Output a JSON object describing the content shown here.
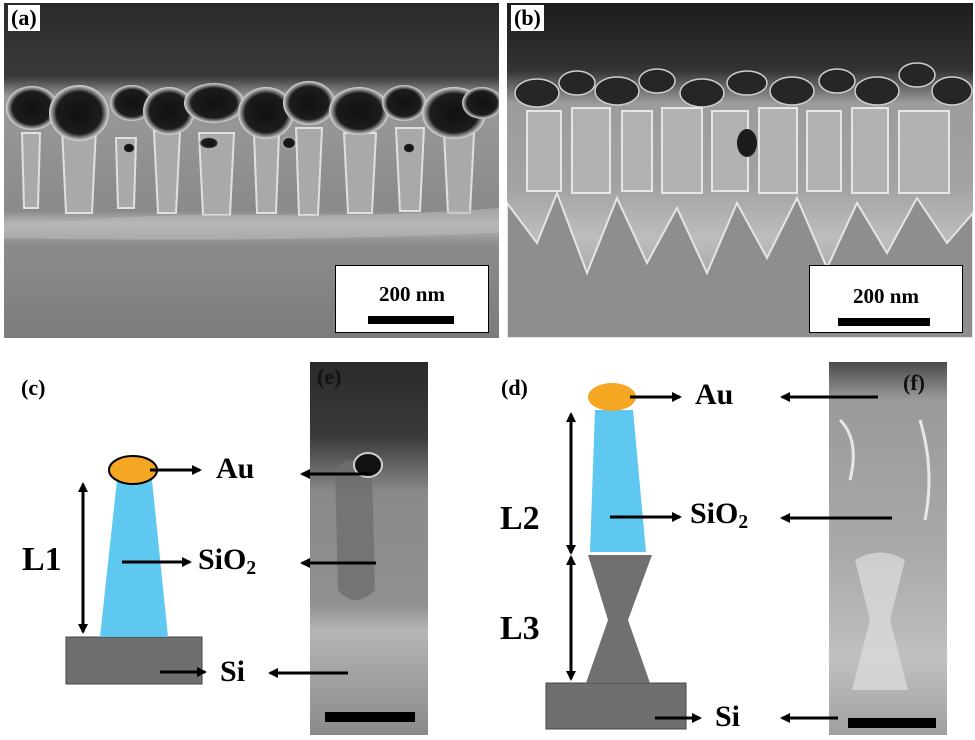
{
  "panels": {
    "a": {
      "label": "(a)",
      "scale_bar": "200 nm"
    },
    "b": {
      "label": "(b)",
      "scale_bar": "200 nm"
    },
    "c": {
      "label": "(c)"
    },
    "d": {
      "label": "(d)"
    },
    "e": {
      "label": "(e)"
    },
    "f": {
      "label": "(f)"
    }
  },
  "schematic_c": {
    "length_label": "L1",
    "layers": {
      "au": "Au",
      "sio2": "SiO",
      "sio2_sub": "2",
      "si": "Si"
    }
  },
  "schematic_d": {
    "length_labels": [
      "L2",
      "L3"
    ],
    "layers": {
      "au": "Au",
      "sio2": "SiO",
      "sio2_sub": "2",
      "si": "Si"
    }
  },
  "colors": {
    "gold": "#f5a623",
    "silica": "#5ec8f0",
    "silicon": "#6f6f6f"
  }
}
